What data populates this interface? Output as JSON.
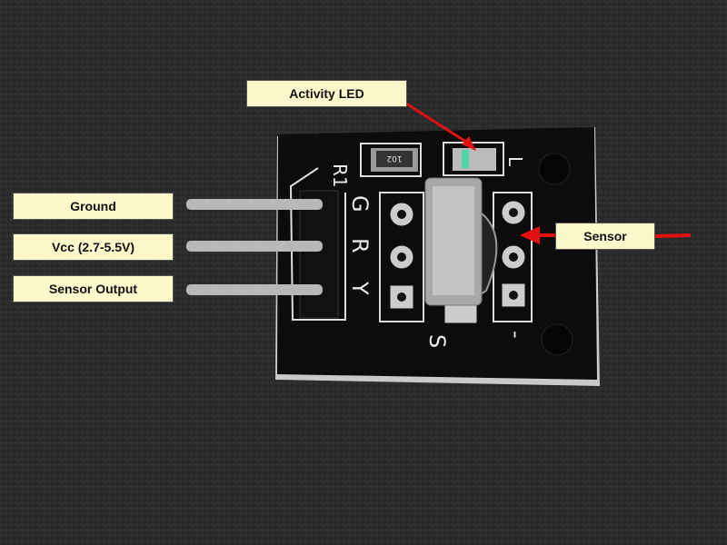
{
  "labels": {
    "activity_led": "Activity LED",
    "ground": "Ground",
    "vcc": "Vcc (2.7-5.5V)",
    "sensor_output": "Sensor Output",
    "sensor": "Sensor"
  },
  "pcb_silkscreen": {
    "r1": "R1",
    "resistor_code": "102",
    "g": "G",
    "r": "R",
    "y": "Y",
    "s": "S",
    "minus": "-",
    "l": "L"
  },
  "colors": {
    "label_bg": "#fdf8cc",
    "arrow": "#e01010",
    "board": "#0c0c0c",
    "background": "#2a2a2a"
  }
}
